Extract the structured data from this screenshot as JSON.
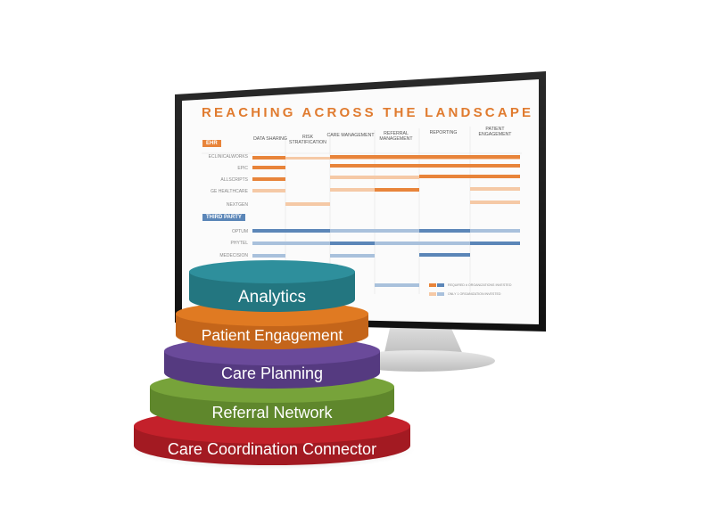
{
  "screen": {
    "title": "REACHING ACROSS THE LANDSCAPE",
    "columns": [
      "DATA SHARING",
      "RISK STRATIFICATION",
      "CARE MANAGEMENT",
      "REFERRAL MANAGEMENT",
      "REPORTING",
      "PATIENT ENGAGEMENT"
    ],
    "group_ehr": "EHR",
    "ehr_rows": [
      "ECLINICALWORKS",
      "EPIC",
      "ALLSCRIPTS",
      "GE HEALTHCARE",
      "NEXTGEN"
    ],
    "group_third_party": "THIRD PARTY",
    "third_party_rows": [
      "OPTUM",
      "PHYTEL",
      "MEDECISION"
    ],
    "legend_1": "REQUIRED # ORGANIZATIONS INVESTED",
    "legend_2": "ONLY 1 ORGANIZATION INVESTED",
    "colors": {
      "orange": "#e8843a",
      "orange_light": "#f5c9a6",
      "blue": "#5b86b8",
      "blue_light": "#a9c1dc"
    }
  },
  "stack": {
    "layers": [
      {
        "label": "Analytics",
        "color": "#2e8f9c",
        "side": "#237680"
      },
      {
        "label": "Patient Engagement",
        "color": "#e07a22",
        "side": "#c4651a"
      },
      {
        "label": "Care Planning",
        "color": "#6a4a9a",
        "side": "#553a80"
      },
      {
        "label": "Referral Network",
        "color": "#77a33a",
        "side": "#5f872c"
      },
      {
        "label": "Care Coordination Connector",
        "color": "#c4212b",
        "side": "#a31a22"
      }
    ]
  }
}
